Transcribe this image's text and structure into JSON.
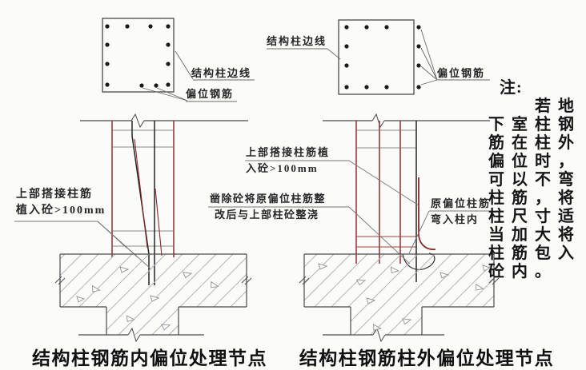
{
  "colors": {
    "rebar_red": "#9c3a3a",
    "bar_black": "#262626",
    "outline": "#4a4a4a",
    "hatch_gray": "#b5b5b5",
    "text": "#1c1c1c"
  },
  "sections": {
    "left": {
      "edge_line_label": "结构柱边线",
      "offset_rebar_label": "偏位钢筋"
    },
    "right": {
      "edge_line_label": "结构柱边线",
      "offset_rebar_label": "偏位钢筋"
    }
  },
  "elevations": {
    "left_lap_label_line1": "上部搭接柱筋",
    "left_lap_label_line2": "植入砼>100mm",
    "mid_lap_label_line1": "上部搭接柱筋植",
    "mid_lap_label_line2": "入砼>100mm",
    "chisel_label_line1": "凿除砼将原偏位柱筋整",
    "chisel_label_line2": "改后与上部柱砼整浇",
    "bend_label_line1": "原偏位柱筋",
    "bend_label_line2": "弯入柱内"
  },
  "note": {
    "heading": "注:",
    "lines": [
      "　　若地",
      "下室柱钢",
      "筋在柱外",
      "偏位时，",
      "可以不弯",
      "柱筋，将",
      "柱尺寸适",
      "当加大将",
      "柱筋包入",
      "砼内。"
    ]
  },
  "captions": {
    "left": "结构柱钢筋内偏位处理节点",
    "right": "结构柱钢筋柱外偏位处理节点"
  }
}
